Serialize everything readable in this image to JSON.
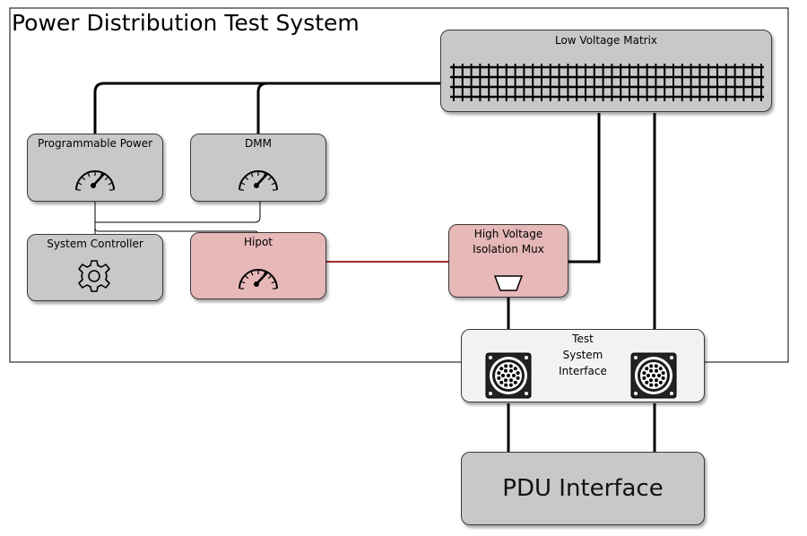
{
  "title": "Power Distribution Test System",
  "nodes": {
    "low_voltage_matrix": "Low Voltage Matrix",
    "programmable_power": "Programmable Power",
    "dmm": "DMM",
    "system_controller": "System Controller",
    "hipot": "Hipot",
    "hv_isolation_mux_line1": "High Voltage",
    "hv_isolation_mux_line2": "Isolation Mux",
    "test_system_interface_line1": "Test",
    "test_system_interface_line2": "System",
    "test_system_interface_line3": "Interface",
    "pdu_interface": "PDU Interface"
  },
  "icons": {
    "programmable_power": "gauge-icon",
    "dmm": "gauge-icon",
    "hipot": "gauge-icon",
    "system_controller": "gear-icon",
    "hv_mux": "mux-icon",
    "matrix": "matrix-grid-icon",
    "connector": "circular-connector-icon"
  },
  "colors": {
    "gray_box": "#c8c8c8",
    "pink_box": "#e6b8b7",
    "light_box": "#f2f2f2",
    "hv_line": "#a52a2a",
    "lv_line": "#000000"
  }
}
